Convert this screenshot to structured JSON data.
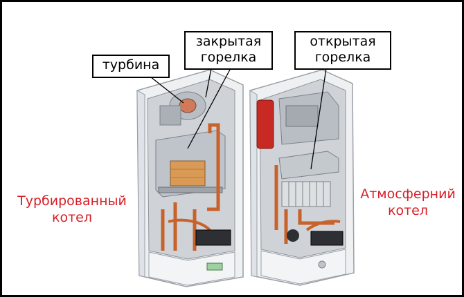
{
  "callouts": {
    "turbine": "турбина",
    "closed_burner_line1": "закрытая",
    "closed_burner_line2": "горелка",
    "open_burner_line1": "открытая",
    "open_burner_line2": "горелка"
  },
  "captions": {
    "turbo_line1": "Турбированный",
    "turbo_line2": "котел",
    "atmo_line1": "Атмосферний",
    "atmo_line2": "котел"
  },
  "colors": {
    "caption_red": "#d61e26",
    "copper_pipe": "#c8622b",
    "heat_exchanger": "#d99a55"
  }
}
